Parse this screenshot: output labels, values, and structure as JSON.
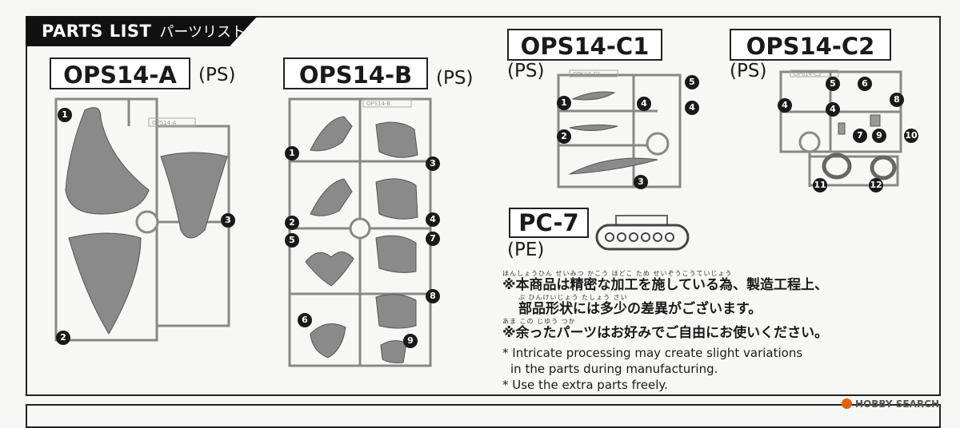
{
  "header": {
    "title_en": "PARTS LIST",
    "title_ja": "パーツリスト"
  },
  "runners": {
    "a": {
      "label": "OPS14-A",
      "material": "(PS)",
      "tag": "OPS14-A",
      "parts": [
        "1",
        "2",
        "3"
      ]
    },
    "b": {
      "label": "OPS14-B",
      "material": "(PS)",
      "tag": "OPS14-B",
      "parts": [
        "1",
        "2",
        "3",
        "4",
        "5",
        "6",
        "7",
        "8",
        "9"
      ]
    },
    "c1": {
      "label": "OPS14-C1",
      "material": "(PS)",
      "tag": "OPS14-C1",
      "parts": [
        "1",
        "2",
        "3",
        "4",
        "4",
        "5"
      ]
    },
    "c2": {
      "label": "OPS14-C2",
      "material": "(PS)",
      "tag": "OPS14-C2",
      "parts": [
        "4",
        "4",
        "5",
        "6",
        "7",
        "8",
        "9",
        "10",
        "11",
        "12"
      ]
    },
    "pc": {
      "label": "PC-7",
      "material": "(PE)"
    }
  },
  "notes": {
    "ja1_ruby": "ほんしょうひん せいみつ かこう ほどこ ため せいぞうこうていじょう",
    "ja1": "※本商品は精密な加工を施している為、製造工程上、",
    "ja2_ruby": "ぶ ひんけいじょう たしょう さい",
    "ja2": "部品形状には多少の差異がございます。",
    "ja3_ruby": "あま この じゆう つか",
    "ja3": "※余ったパーツはお好みでご自由にお使いください。",
    "en1": "* Intricate processing may create slight variations",
    "en2": "in the parts during manufacturing.",
    "en3": "* Use the extra parts freely."
  },
  "watermark": "HOBBY SEARCH",
  "colors": {
    "sprue": "#888888",
    "part": "#8a8a8a",
    "ink": "#1a1a1a"
  }
}
